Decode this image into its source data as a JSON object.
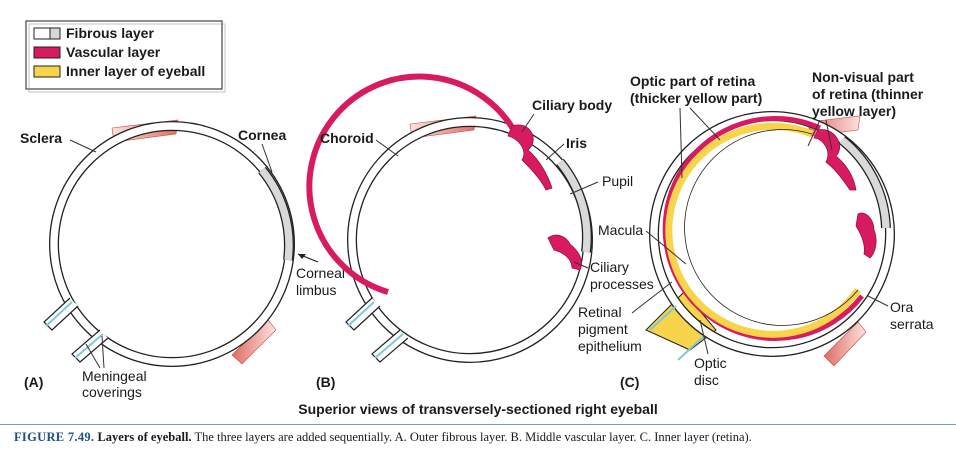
{
  "legend": {
    "items": [
      {
        "label": "Fibrous layer",
        "fill": "#ffffff",
        "accent": "#d8d8d8"
      },
      {
        "label": "Vascular layer",
        "fill": "#d81b60"
      },
      {
        "label": "Inner layer of eyeball",
        "fill": "#f7d44a"
      }
    ]
  },
  "panels": {
    "a": {
      "tag": "(A)",
      "labels": {
        "sclera": "Sclera",
        "cornea": "Cornea",
        "limbus": [
          "Corneal",
          "limbus"
        ],
        "meningeal": [
          "Meningeal",
          "coverings"
        ]
      }
    },
    "b": {
      "tag": "(B)",
      "labels": {
        "choroid": "Choroid",
        "ciliary_body": "Ciliary body",
        "iris": "Iris",
        "pupil": "Pupil",
        "ciliary_processes": [
          "Ciliary",
          "processes"
        ]
      }
    },
    "c": {
      "tag": "(C)",
      "labels": {
        "optic_part": [
          "Optic part of retina",
          "(thicker yellow part)"
        ],
        "nonvisual": [
          "Non-visual part",
          "of retina (thinner",
          "yellow layer)"
        ],
        "macula": "Macula",
        "rpe": [
          "Retinal",
          "pigment",
          "epithelium"
        ],
        "optic_disc": [
          "Optic",
          "disc"
        ],
        "ora": [
          "Ora",
          "serrata"
        ]
      }
    }
  },
  "subtitle": "Superior views of transversely-sectioned right eyeball",
  "caption": {
    "figure_label": "FIGURE 7.49.",
    "heading": "Layers of eyeball.",
    "text": "The three layers are added sequentially. A. Outer fibrous layer. B. Middle vascular layer. C. Inner layer (retina)."
  },
  "colors": {
    "vascular": "#d81b60",
    "inner": "#f7d44a",
    "cornea": "#d9d9d9",
    "muscle": "#e8857c",
    "outline": "#222222",
    "caption_blue": "#1d4f8c"
  }
}
